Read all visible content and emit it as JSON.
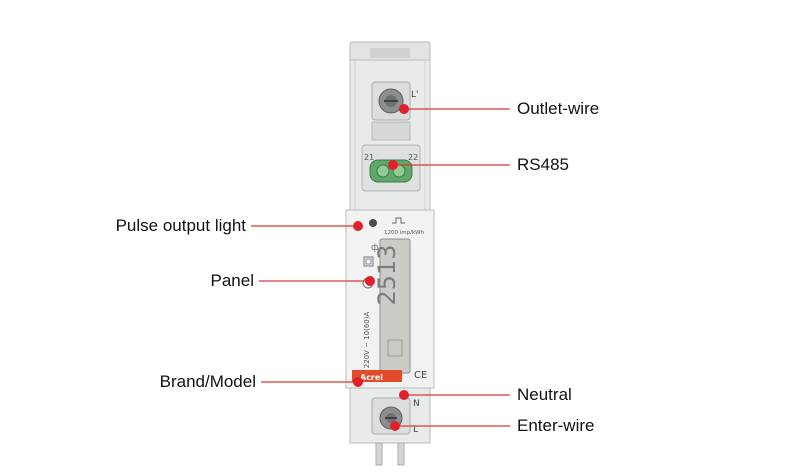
{
  "device": {
    "brand": "Acrel",
    "terminal_top": "L'",
    "terminal_left_num": "21",
    "terminal_right_num": "22",
    "pulse_rate": "1200 imp/kWh",
    "voltage_rating": "220V ~ 10(60)A",
    "lcd_digits": "2513",
    "ce_mark": "CE",
    "terminal_n": "N",
    "terminal_l": "L"
  },
  "callouts": {
    "outlet_wire": "Outlet-wire",
    "rs485": "RS485",
    "pulse_output_light": "Pulse output light",
    "panel": "Panel",
    "brand_model": "Brand/Model",
    "neutral": "Neutral",
    "enter_wire": "Enter-wire"
  },
  "colors": {
    "callout_dot": "#e0202a",
    "callout_line": "#d83b3b",
    "housing": "#e9ebea",
    "housing_edge": "#b8bcbb",
    "lcd": "#c9ccc7",
    "terminal_green": "#5ea86a",
    "brand_strip": "#e24b2c"
  }
}
